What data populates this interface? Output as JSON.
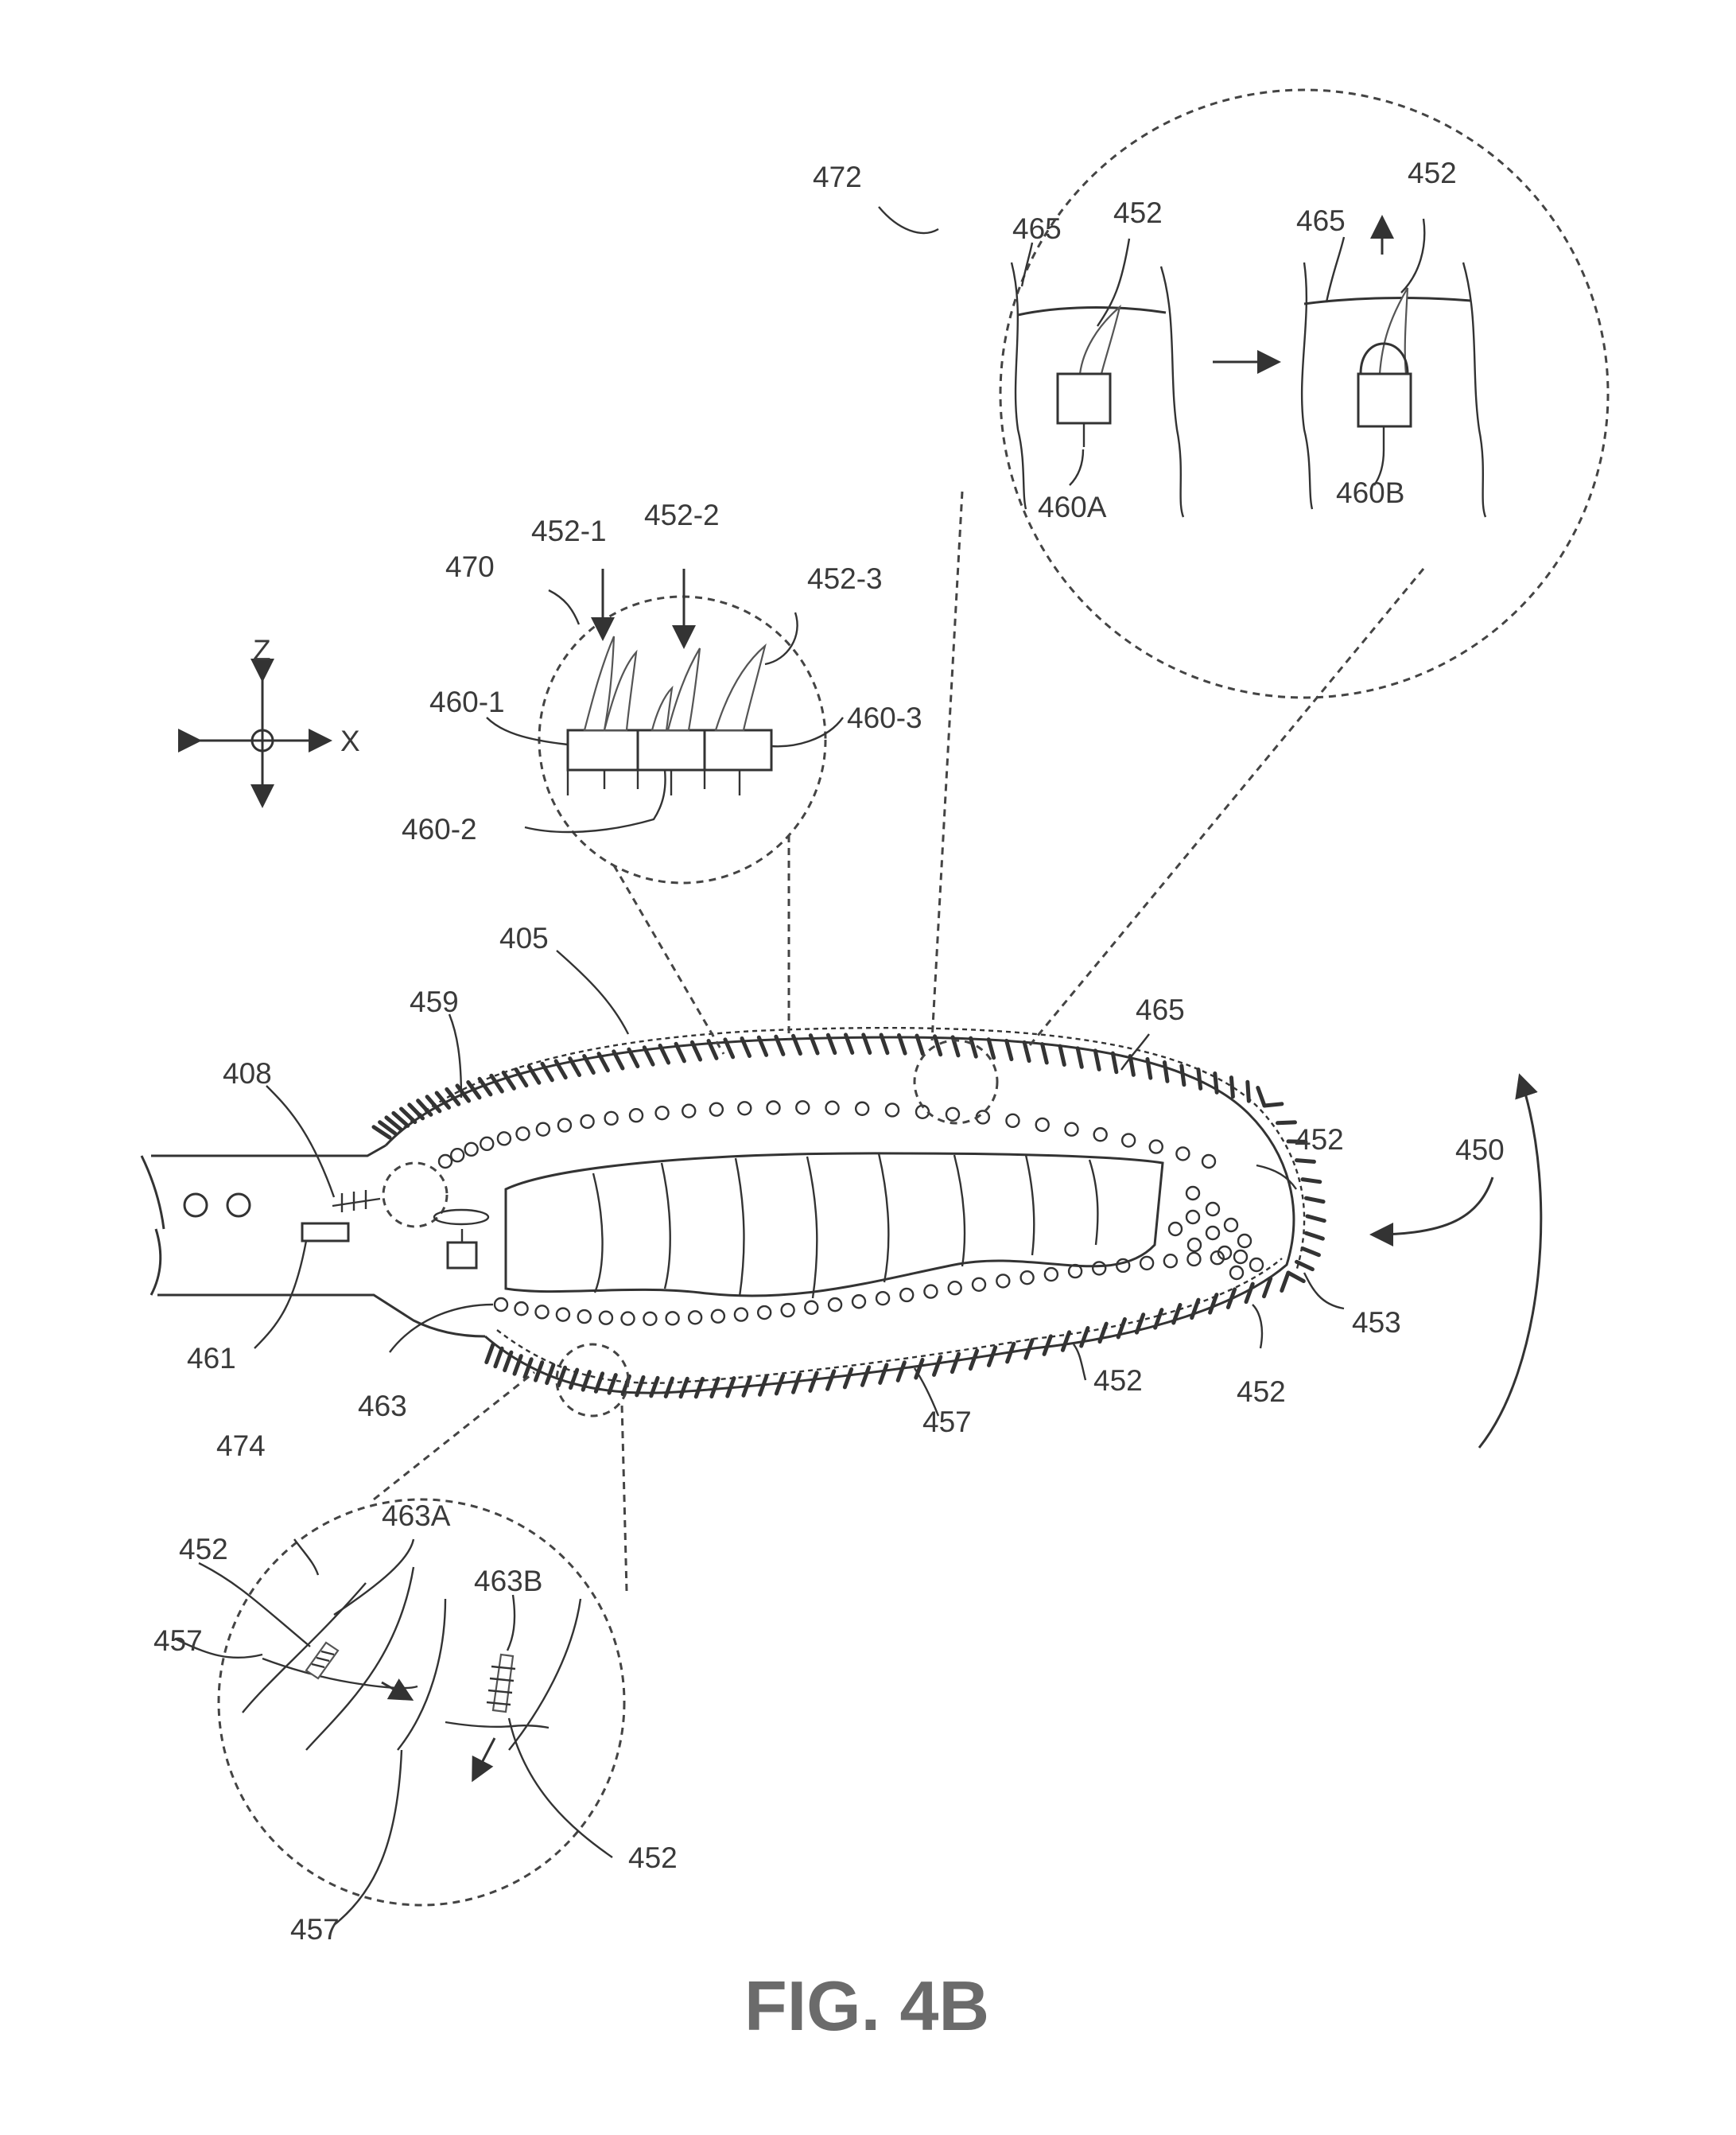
{
  "figure": {
    "title": "FIG. 4B"
  },
  "axes": {
    "z_label": "Z",
    "x_label": "X"
  },
  "labels": {
    "l405": "405",
    "l408": "408",
    "l450": "450",
    "l452a": "452",
    "l452b": "452",
    "l452c": "452",
    "l452d": "452",
    "l452e": "452",
    "l452f": "452",
    "l452g": "452",
    "l452_1": "452-1",
    "l452_2": "452-2",
    "l452_3": "452-3",
    "l453": "453",
    "l457a": "457",
    "l457b": "457",
    "l457c": "457",
    "l459": "459",
    "l460_1": "460-1",
    "l460_2": "460-2",
    "l460_3": "460-3",
    "l460A": "460A",
    "l460B": "460B",
    "l461": "461",
    "l463": "463",
    "l463A": "463A",
    "l463B": "463B",
    "l465a": "465",
    "l465b": "465",
    "l465c": "465",
    "l470": "470",
    "l472": "472",
    "l474": "474"
  }
}
